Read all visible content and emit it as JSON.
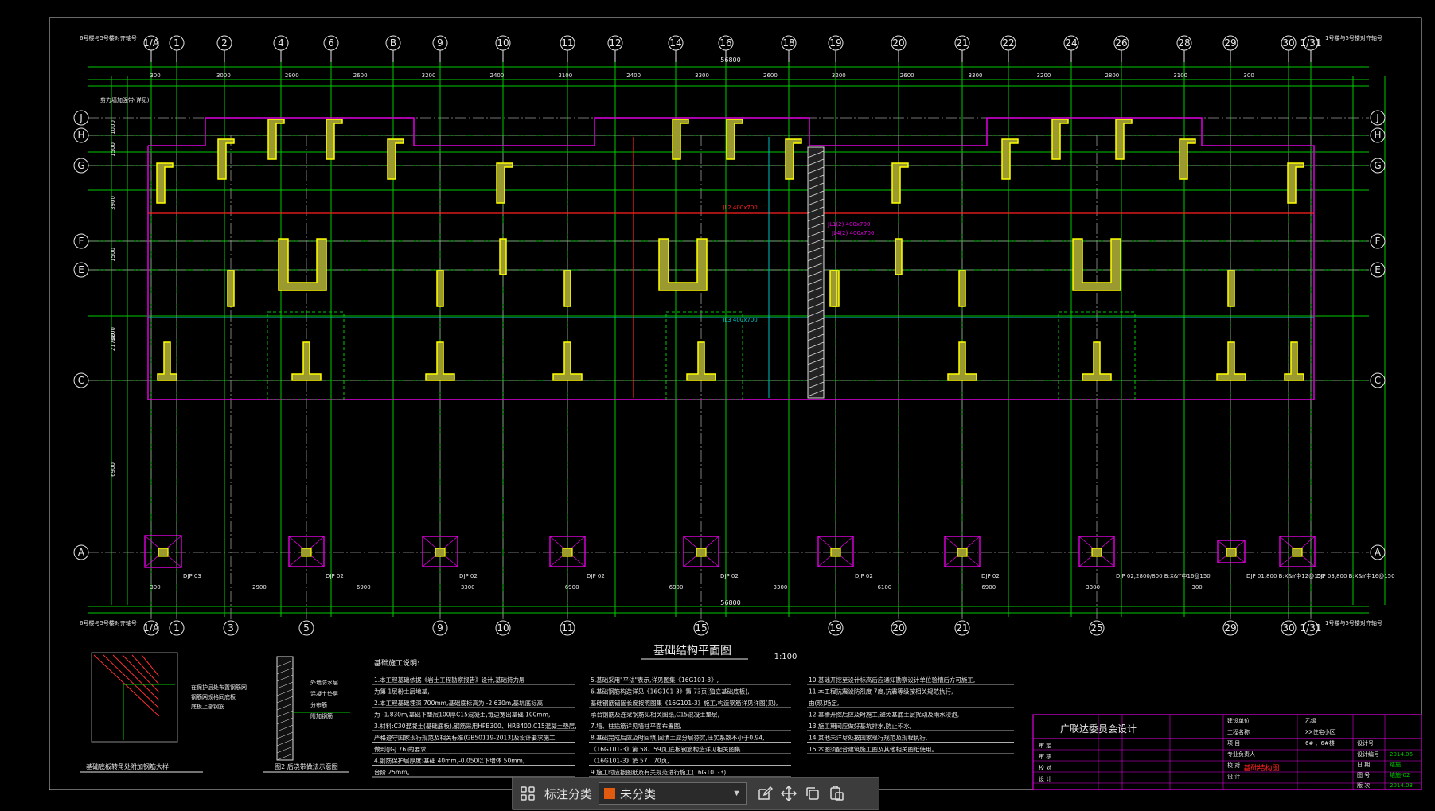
{
  "drawing": {
    "title": "基础结构平面图",
    "scale": "1:100",
    "axes_top": [
      "1/A",
      "1",
      "2",
      "4",
      "6",
      "B",
      "9",
      "10",
      "11",
      "12",
      "14",
      "16",
      "18",
      "19",
      "20",
      "21",
      "22",
      "24",
      "26",
      "28",
      "29",
      "30",
      "1/31"
    ],
    "axes_bottom": [
      "1/A",
      "1",
      "3",
      "5",
      "9",
      "10",
      "11",
      "15",
      "19",
      "20",
      "21",
      "25",
      "29",
      "30",
      "1/31"
    ],
    "axes_left": [
      "J",
      "H",
      "G",
      "F",
      "E",
      "C",
      "A"
    ],
    "total_dim": "56800",
    "top_dims": [
      "300",
      "3000",
      "2900",
      "2600",
      "3200",
      "2400",
      "3100",
      "2400",
      "3300",
      "2600",
      "3200",
      "2600",
      "3300",
      "3200",
      "2800",
      "3100",
      "300"
    ],
    "bottom_dims": [
      "300",
      "2900",
      "6900",
      "3300",
      "6900",
      "6900",
      "3300",
      "6100",
      "6900",
      "3300",
      "300"
    ],
    "left_dims": [
      "1000",
      "1500",
      "3900",
      "1500",
      "3200",
      "21700",
      "6900"
    ],
    "corner_note_top_left": "6号楼与5号楼对齐轴号",
    "corner_note_top_right": "1号楼与5号楼对齐轴号",
    "note_shear_wall": "剪力墙加强带(详见)",
    "footing_tags": [
      "DJP 03",
      "DJP 02",
      "DJP 02",
      "DJP 02",
      "DJP 02",
      "DJP 02",
      "DJP 02",
      "DJP 02,2800/800 B:X&Y中16@150",
      "DJP 01,800 B:X&Y中12@150",
      "DJP 03,800 B:X&Y中16@150"
    ],
    "beam_tags": [
      "JL1(2) 400x700",
      "JL2 400x700",
      "JL3 400x700",
      "JL4(2) 400x700"
    ],
    "detail_left_caption": "基础底板转角处附加钢筋大样",
    "detail_mid_caption": "图2 后浇带做法示意图",
    "detail_left_notes": [
      "在保护层处布置钢筋网",
      "钢筋网规格同底板",
      "底板上部钢筋"
    ],
    "detail_mid_notes": [
      "外墙防水层",
      "混凝土垫层",
      "分布筋",
      "附加钢筋"
    ],
    "notes_title": "基础施工说明:",
    "notes_col1": [
      "1.本工程基础依据《岩土工程勘察报告》设计,基础持力层",
      "为第 1层粉土层地基,",
      "2.本工程基础埋深 700mm,基础底标高为 -2.630m,基坑底标高",
      "为 -1.830m,基础下垫层100厚C15混凝土,每边宽出基础 100mm,",
      "3.材料:C30混凝土(基础底板),钢筋采用HPB300、HRB400,C15混凝土垫层,",
      "严格遵守国家现行规范及相关标准(GB50119-2013)及设计要求施工",
      "做到(JGJ 76)的要求,",
      "4.钢筋保护层厚度:基础 40mm,-0.050以下墙体 50mm,",
      "台阶 25mm。"
    ],
    "notes_col2": [
      "5.基础采用\"平法\"表示,详见图集《16G101-3》,",
      "6.基础钢筋构造详见《16G101-3》第 73页(独立基础底板),",
      "基础钢筋锚固长度按照图集《16G101-3》施工,构造钢筋详见详图(见),",
      "承台钢筋及连梁钢筋见相关图纸,C15混凝土垫层,",
      "7.墙、柱插筋详见墙柱平面布置图,",
      "8.基础完成后应及时回填,回填土应分层夯实,压实系数不小于0.94,",
      "《16G101-3》第 58、59页,底板钢筋构造详见相关图集",
      "《16G101-3》第 57、70页,",
      "9.施工时应按图纸及有关规范进行施工(16G101-3)"
    ],
    "notes_col3": [
      "10.基础开挖至设计标高后应通知勘察设计单位验槽后方可施工,",
      "11.本工程抗震设防烈度 7度,抗震等级按相关规范执行,",
      "由(现)场定,",
      "12.基槽开挖后应及时施工,避免基底土层扰动及雨水浸泡,",
      "13.施工期间应做好基坑排水,防止积水,",
      "14.其他未详尽处按国家现行规范及规程执行,",
      "15.本图须配合建筑施工图及其他相关图纸使用。"
    ],
    "title_block": {
      "company": "广联达委员会设计",
      "rows_left": [
        "审 定",
        "审 核",
        "校 对",
        "设 计"
      ],
      "rows_mid": [
        "建设单位",
        "工程名称",
        "项 目",
        "专业负责人",
        "校 对",
        "设 计"
      ],
      "project": "乙级",
      "project_name": "XX住宅小区",
      "sheet_title": "基础结构图",
      "building": "6# 、6#楼",
      "labels_right": [
        "设计编号",
        "日 期",
        "图 号",
        "版 次"
      ],
      "values_right": [
        "2014.06",
        "结施",
        "结施-02",
        "2014.03"
      ],
      "dwg_no_label": "设计号"
    },
    "colors": {
      "axis": "#e8e8e8",
      "grid": "#00c800",
      "outline": "#e000e0",
      "wall": "#ffff00",
      "wall_fill": "#9a9a30",
      "beam_red": "#ff2020",
      "cyan": "#00c0c0",
      "text": "#e8e8e8"
    }
  },
  "toolbar": {
    "label": "标注分类",
    "selected": "未分类",
    "swatch_color": "#e05a10",
    "icons": [
      "grid-icon",
      "edit-icon",
      "move-icon",
      "copy-icon",
      "paste-icon"
    ]
  }
}
